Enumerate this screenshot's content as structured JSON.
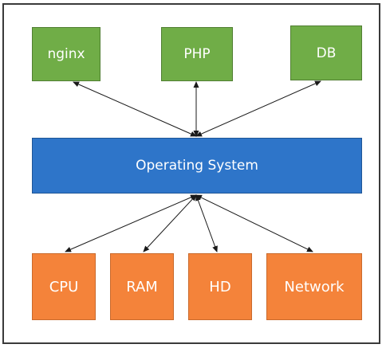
{
  "top_layer": [
    {
      "label": "nginx",
      "color": "#70ad47"
    },
    {
      "label": "PHP",
      "color": "#70ad47"
    },
    {
      "label": "DB",
      "color": "#70ad47"
    }
  ],
  "middle": {
    "label": "Operating System",
    "color": "#2e75c9"
  },
  "bottom_layer": [
    {
      "label": "CPU",
      "color": "#f4833a"
    },
    {
      "label": "RAM",
      "color": "#f4833a"
    },
    {
      "label": "HD",
      "color": "#f4833a"
    },
    {
      "label": "Network",
      "color": "#f4833a"
    }
  ],
  "connectors": {
    "style": "bidirectional-arrow",
    "color": "#1a1a1a"
  }
}
